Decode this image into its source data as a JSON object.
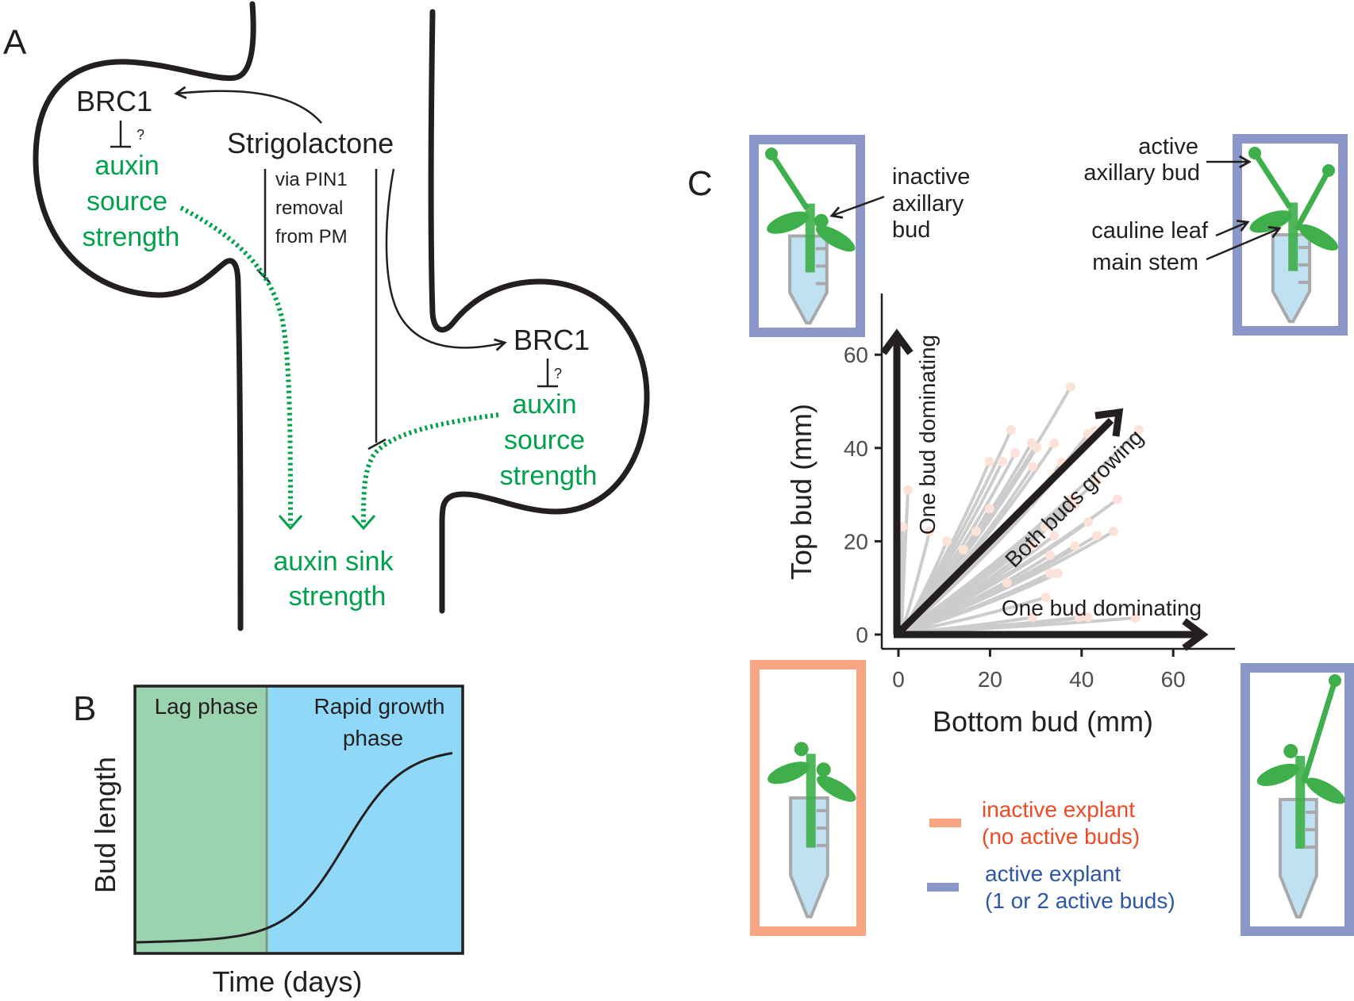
{
  "panel_labels": {
    "a": "A",
    "b": "B",
    "c": "C"
  },
  "colors": {
    "ink": "#231f20",
    "auxin_green": "#00a14b",
    "lag_phase_fill": "#9bd3ae",
    "rapid_phase_fill": "#8fd8f8",
    "trajectory_gray": "#cccccc",
    "point_peach": "#fde3d7",
    "inactive_orange": "#f7a582",
    "inactive_text": "#ef4a23",
    "active_blue": "#8b97c8",
    "active_text": "#2e56a6",
    "plant_green": "#3eaf4a",
    "tube_blue": "#bfe1f2",
    "tube_gray": "#a7a9ac"
  },
  "panel_a": {
    "left_bud": {
      "brc1": "BRC1",
      "question": "?",
      "source_lines": [
        "auxin",
        "source",
        "strength"
      ]
    },
    "strigolactone": "Strigolactone",
    "pin1_note_lines": [
      "via PIN1",
      "removal",
      "from PM"
    ],
    "right_bud": {
      "brc1": "BRC1",
      "question": "?",
      "source_lines": [
        "auxin",
        "source",
        "strength"
      ]
    },
    "sink_lines": [
      "auxin sink",
      "strength"
    ]
  },
  "panel_b": {
    "lag_label": "Lag phase",
    "rapid_label_lines": [
      "Rapid growth",
      "phase"
    ],
    "ylabel": "Bud length",
    "xlabel": "Time (days)",
    "curve": "sigmoid",
    "lag_fraction": 0.4
  },
  "panel_c": {
    "annotations": {
      "inactive_bud_lines": [
        "inactive",
        "axillary",
        "bud"
      ],
      "active_bud_lines": [
        "active",
        "axillary bud"
      ],
      "cauline_leaf": "cauline leaf",
      "main_stem": "main stem"
    },
    "arrows": {
      "vertical": "One bud dominating",
      "diagonal": "Both buds growing",
      "horizontal": "One bud dominating"
    },
    "legend": [
      {
        "key": "inactive",
        "lines": [
          "inactive explant",
          "(no active buds)"
        ]
      },
      {
        "key": "active",
        "lines": [
          "active explant",
          "(1 or 2 active buds)"
        ]
      }
    ]
  },
  "chart_data": {
    "type": "scatter",
    "title": "",
    "xlabel": "Bottom bud (mm)",
    "ylabel": "Top bud (mm)",
    "xlim": [
      0,
      70
    ],
    "ylim": [
      0,
      65
    ],
    "xticks": [
      0,
      20,
      40,
      60
    ],
    "yticks": [
      0,
      20,
      40,
      60
    ],
    "grid": false,
    "series": [
      {
        "name": "bud trajectories (start at origin, end point marked)",
        "points": [
          [
            37.6,
            53.1
          ],
          [
            24.6,
            43.9
          ],
          [
            29.1,
            41.1
          ],
          [
            30.2,
            40.1
          ],
          [
            34.0,
            41.0
          ],
          [
            25.5,
            38.9
          ],
          [
            19.9,
            37.1
          ],
          [
            22.7,
            37.1
          ],
          [
            29.3,
            36.0
          ],
          [
            35.7,
            36.9
          ],
          [
            41.4,
            43.0
          ],
          [
            42.9,
            43.7
          ],
          [
            52.5,
            43.9
          ],
          [
            34.0,
            34.0
          ],
          [
            43.3,
            33.0
          ],
          [
            19.9,
            27.0
          ],
          [
            28.2,
            28.0
          ],
          [
            37.8,
            29.0
          ],
          [
            38.6,
            27.9
          ],
          [
            47.8,
            29.0
          ],
          [
            17.0,
            22.1
          ],
          [
            10.6,
            20.0
          ],
          [
            6.8,
            22.1
          ],
          [
            0.9,
            23.1
          ],
          [
            2.1,
            31.0
          ],
          [
            32.0,
            23.1
          ],
          [
            34.0,
            21.2
          ],
          [
            41.4,
            24.1
          ],
          [
            43.3,
            21.2
          ],
          [
            47.0,
            22.1
          ],
          [
            29.3,
            19.0
          ],
          [
            38.5,
            19.0
          ],
          [
            33.1,
            17.0
          ],
          [
            33.1,
            13.1
          ],
          [
            34.8,
            13.1
          ],
          [
            23.7,
            11.1
          ],
          [
            32.2,
            8.0
          ],
          [
            29.3,
            3.7
          ],
          [
            39.5,
            3.7
          ],
          [
            41.4,
            3.7
          ],
          [
            51.8,
            3.6
          ],
          [
            14.2,
            18.2
          ]
        ]
      }
    ]
  }
}
